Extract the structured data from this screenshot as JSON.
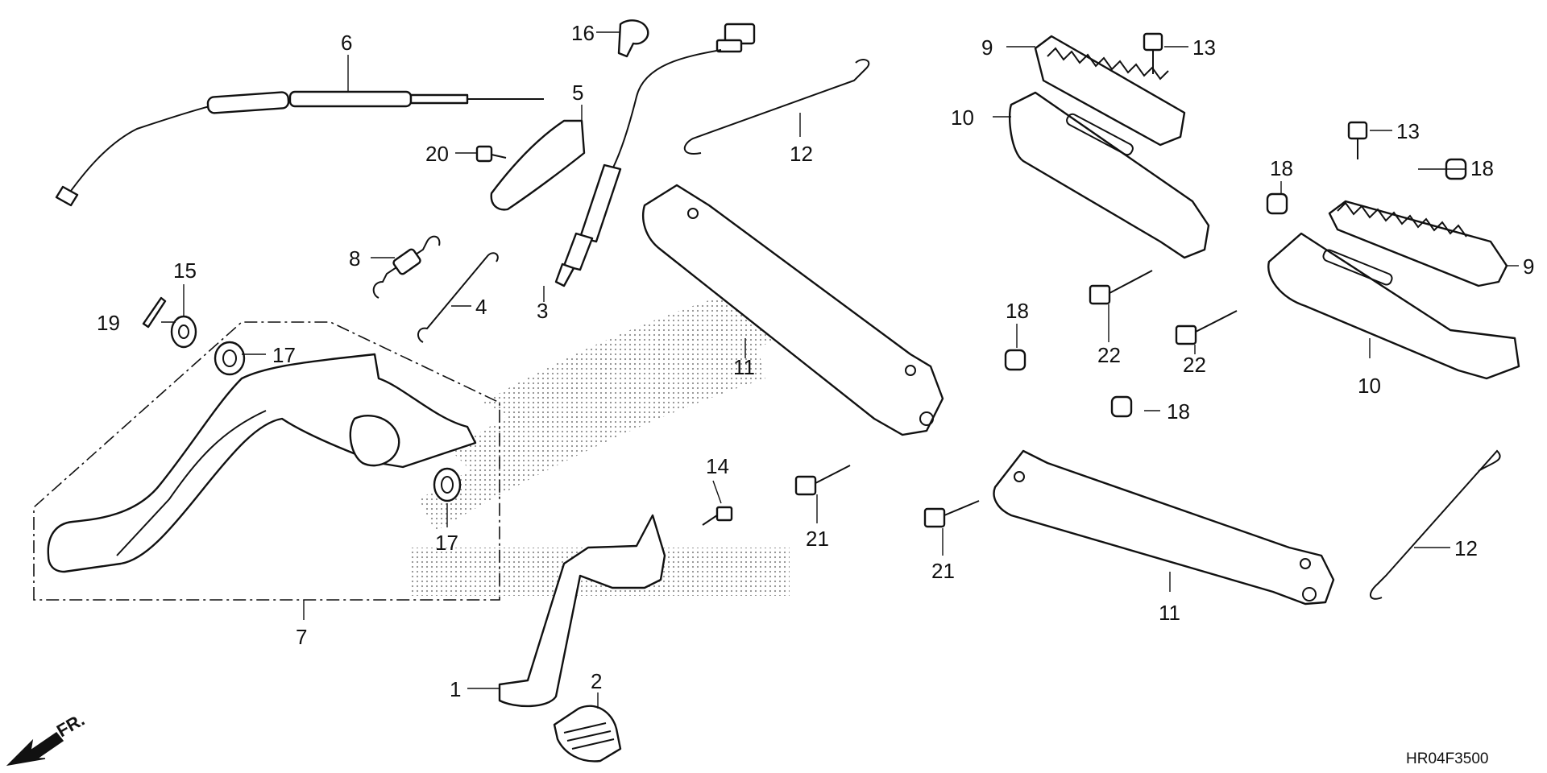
{
  "diagram": {
    "code": "HR04F3500",
    "front_label": "FR.",
    "callouts": {
      "c1": "1",
      "c2": "2",
      "c3": "3",
      "c4": "4",
      "c5": "5",
      "c6": "6",
      "c7": "7",
      "c8": "8",
      "c9a": "9",
      "c9b": "9",
      "c10a": "10",
      "c10b": "10",
      "c11a": "11",
      "c11b": "11",
      "c12a": "12",
      "c12b": "12",
      "c13a": "13",
      "c13b": "13",
      "c14": "14",
      "c15": "15",
      "c16": "16",
      "c17a": "17",
      "c17b": "17",
      "c18a": "18",
      "c18b": "18",
      "c18c": "18",
      "c18d": "18",
      "c19": "19",
      "c20": "20",
      "c21a": "21",
      "c21b": "21",
      "c22a": "22",
      "c22b": "22"
    }
  }
}
